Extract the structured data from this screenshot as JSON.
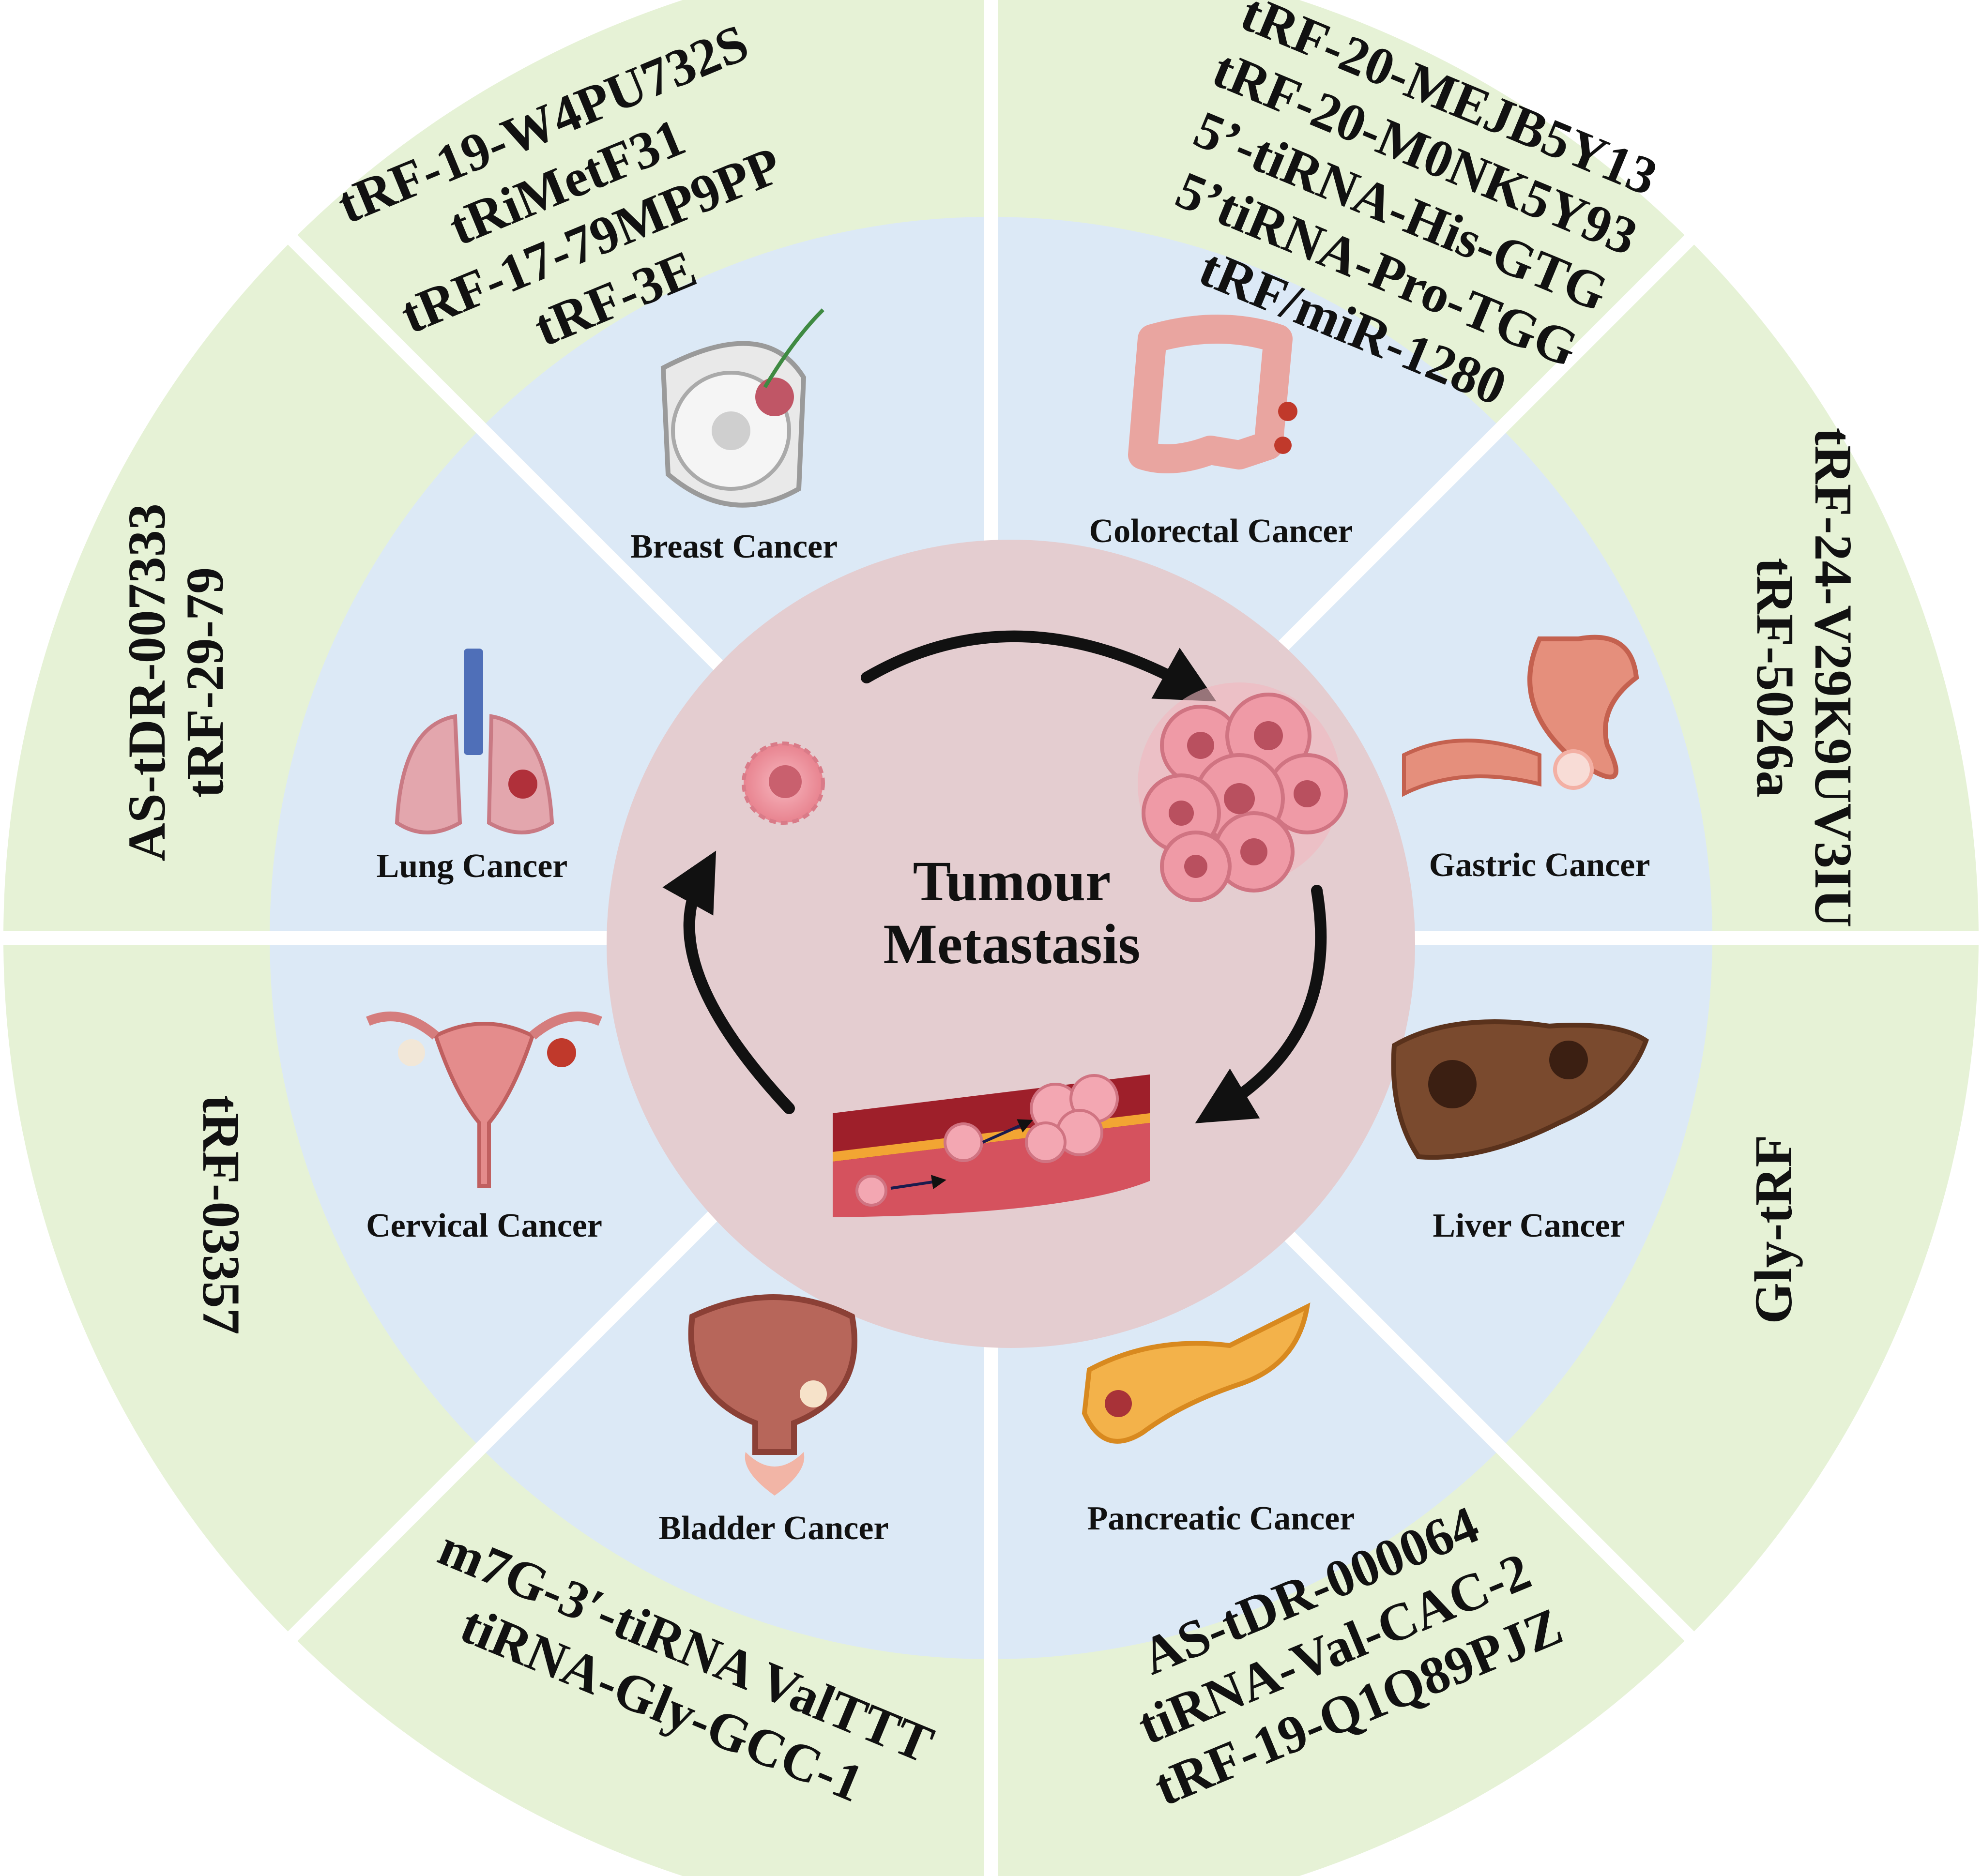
{
  "center": {
    "title_line1": "Tumour",
    "title_line2": "Metastasis"
  },
  "segments": [
    {
      "id": "breast",
      "cancer": "Breast Cancer",
      "trfs": [
        "tRF-19-W4PU732S",
        "tRiMetF31",
        "tRF-17-79MP9PP",
        "tRF-3E"
      ]
    },
    {
      "id": "colorectal",
      "cancer": "Colorectal Cancer",
      "trfs": [
        "tRF-20-MEJB5Y13",
        "tRF-20-M0NK5Y93",
        "5’-tiRNA-His-GTG",
        "5’tiRNA-Pro-TGG",
        "tRF/miR-1280"
      ]
    },
    {
      "id": "gastric",
      "cancer": "Gastric Cancer",
      "trfs": [
        "tRF-24-V29K9UV3IU",
        "tRF-5026a"
      ]
    },
    {
      "id": "liver",
      "cancer": "Liver Cancer",
      "trfs": [
        "Gly-tRF"
      ]
    },
    {
      "id": "pancreatic",
      "cancer": "Pancreatic Cancer",
      "trfs": [
        "AS-tDR-000064",
        "tiRNA-Val-CAC-2",
        "tRF-19-Q1Q89PJZ"
      ]
    },
    {
      "id": "bladder",
      "cancer": "Bladder Cancer",
      "trfs": [
        "m7G-3′-tiRNA ValTTT",
        "tiRNA-Gly-GCC-1"
      ]
    },
    {
      "id": "cervical",
      "cancer": "Cervical Cancer",
      "trfs": [
        "tRF-03357"
      ]
    },
    {
      "id": "lung",
      "cancer": "Lung Cancer",
      "trfs": [
        "AS-tDR-007333",
        "tRF-29-79"
      ]
    }
  ],
  "colors": {
    "outer_ring": "#e6f2d6",
    "inner_ring": "#dce9f6",
    "center_disc": "#e4cdd0",
    "divider": "#ffffff",
    "arrow": "#111111",
    "text": "#111111"
  },
  "icons": [
    "breast-icon",
    "colon-icon",
    "stomach-icon",
    "liver-icon",
    "pancreas-icon",
    "bladder-icon",
    "uterus-icon",
    "lungs-icon",
    "tumor-cell-icon",
    "cell-cluster-icon",
    "blood-vessel-icon"
  ]
}
